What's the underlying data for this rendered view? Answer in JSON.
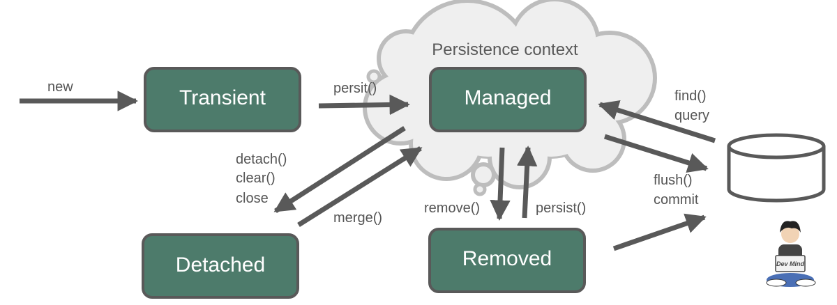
{
  "cloud": {
    "title": "Persistence context"
  },
  "states": {
    "transient": "Transient",
    "managed": "Managed",
    "detached": "Detached",
    "removed": "Removed"
  },
  "transitions": {
    "new": "new",
    "persit": "persit()",
    "detach_lines": [
      "detach()",
      "clear()",
      "close"
    ],
    "merge": "merge()",
    "remove": "remove()",
    "persist": "persist()",
    "find_lines": [
      "find()",
      "query"
    ],
    "flush_lines": [
      "flush()",
      "commit"
    ]
  },
  "mascot": {
    "badge_text": "Dev Mind"
  },
  "colors": {
    "state_fill": "#4d7b6b",
    "state_border": "#595959",
    "arrow": "#595959",
    "cloud_fill": "#efefef",
    "cloud_border": "#bdbdbd"
  }
}
